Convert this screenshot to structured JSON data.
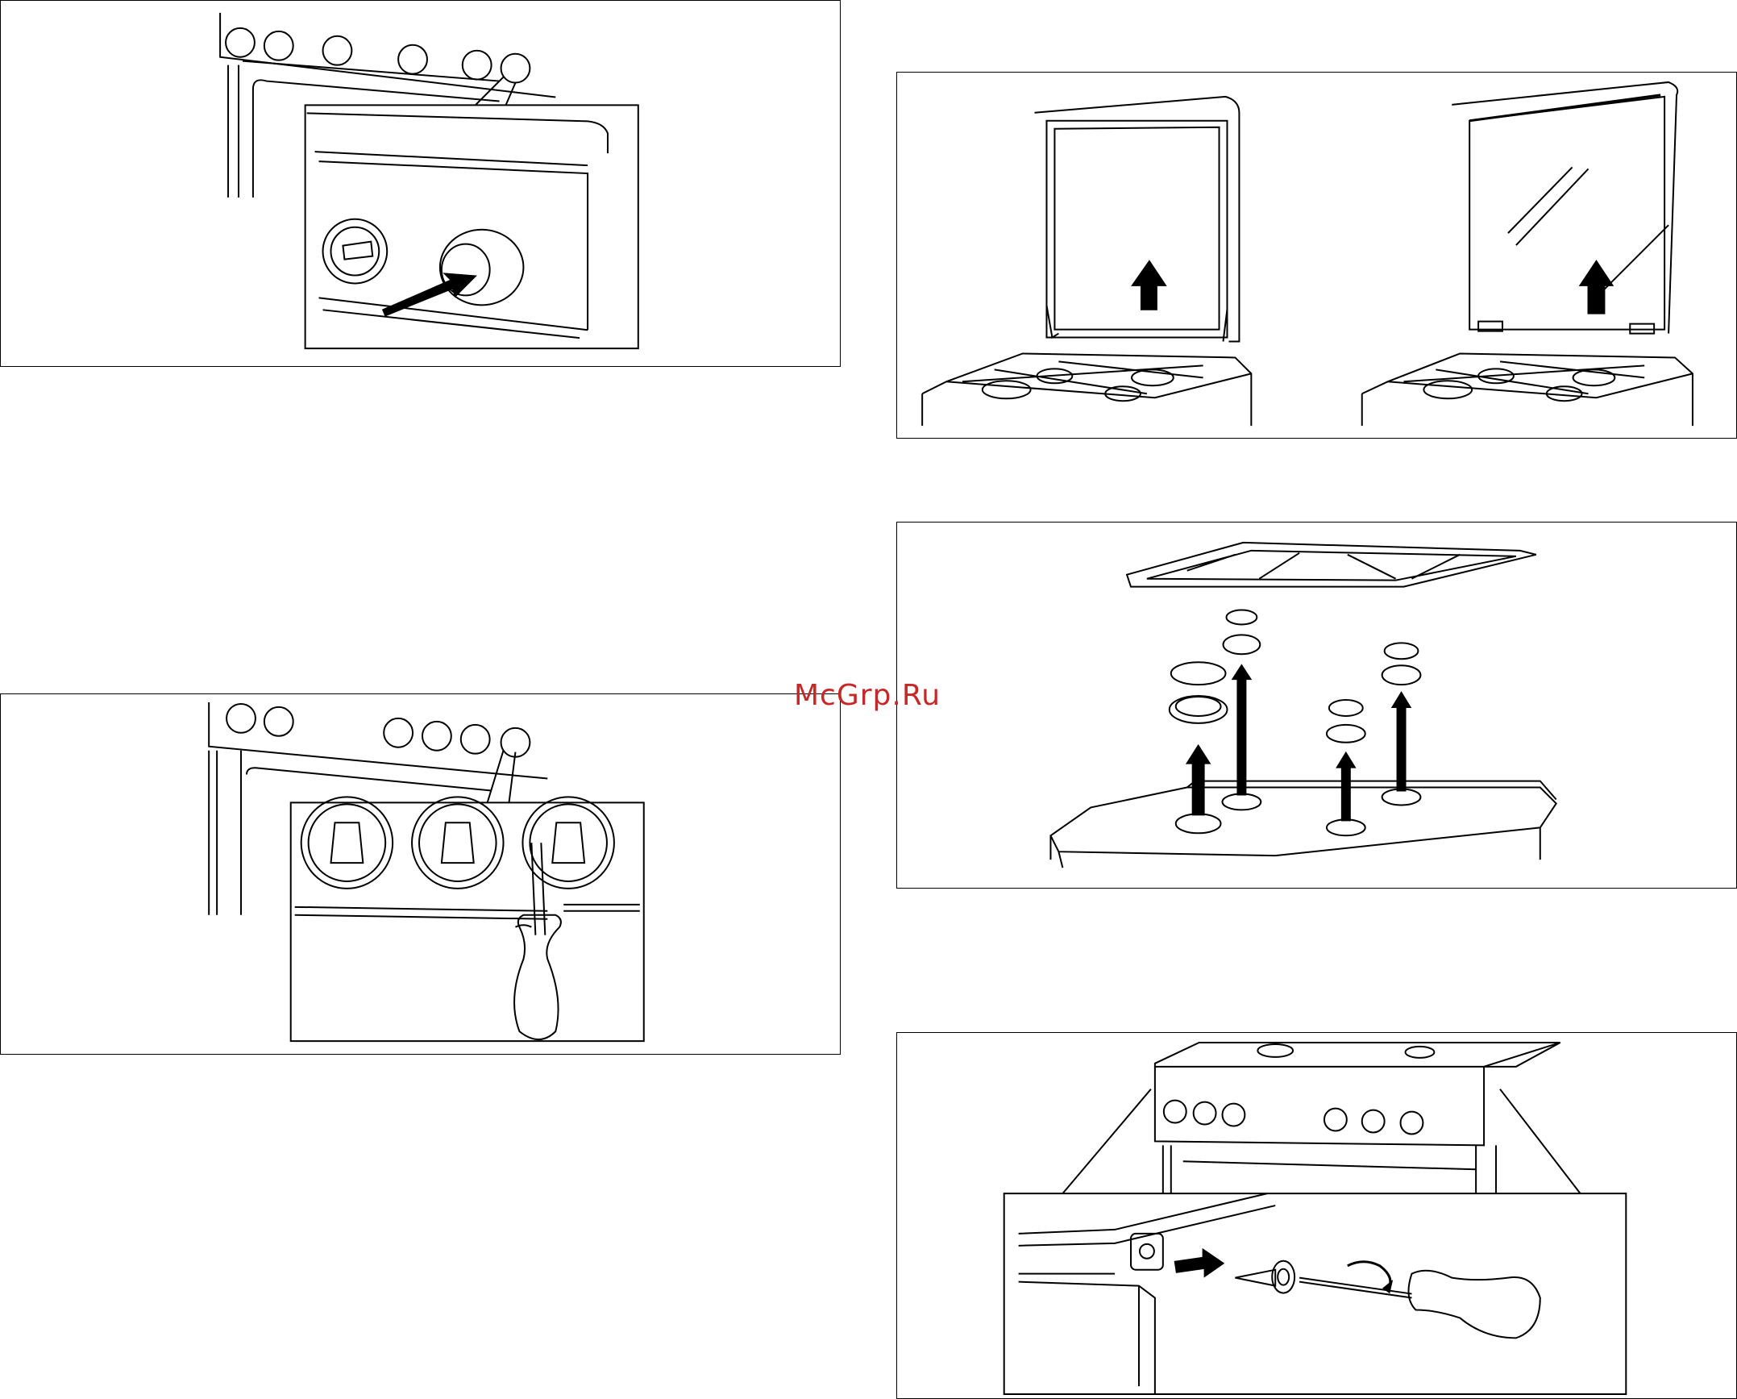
{
  "watermark": {
    "text": "McGrp.Ru",
    "color": "#c62828"
  },
  "figures": [
    {
      "id": "remove-knob",
      "icon": "knob-removal-diagram"
    },
    {
      "id": "adjust-valve",
      "icon": "screwdriver-valve-diagram"
    },
    {
      "id": "lift-lid",
      "icon": "lid-removal-diagram"
    },
    {
      "id": "lift-burners",
      "icon": "burner-removal-diagram"
    },
    {
      "id": "remove-screw",
      "icon": "side-screw-diagram"
    }
  ]
}
